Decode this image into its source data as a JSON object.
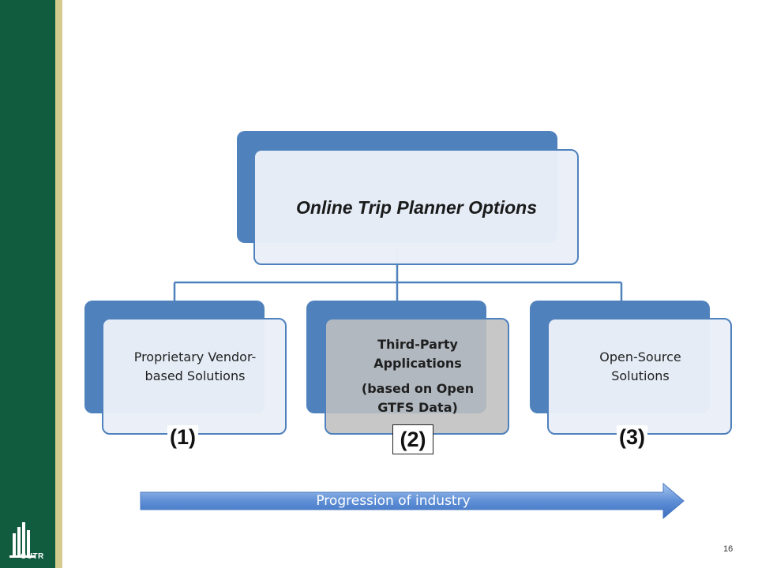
{
  "root": {
    "title": "Online Trip Planner Options"
  },
  "children": [
    {
      "lines": [
        "Proprietary Vendor-",
        "based Solutions"
      ],
      "number": "(1)"
    },
    {
      "title_lines": [
        "Third-Party",
        "Applications"
      ],
      "sub_lines": [
        "(based on Open",
        "GTFS Data)"
      ],
      "number": "(2)"
    },
    {
      "lines": [
        "Open-Source",
        "Solutions"
      ],
      "number": "(3)"
    }
  ],
  "progression_arrow": {
    "label": "Progression of industry"
  },
  "footer": {
    "page_number": "16",
    "logo_text": "CUTR"
  },
  "colors": {
    "sidebar": "#115c3e",
    "sidebar_stripe": "#d3cc8e",
    "accent_blue": "#4f81bd",
    "box_fill": "#eaf0f8",
    "selected_fill": "#bfbfbf"
  }
}
